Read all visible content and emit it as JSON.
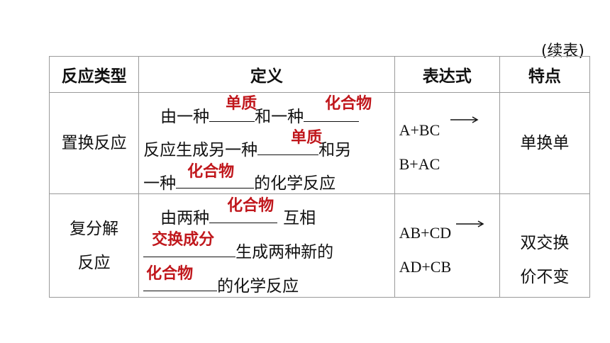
{
  "note": "(续表)",
  "headers": [
    "反应类型",
    "定义",
    "表达式",
    "特点"
  ],
  "rows": [
    {
      "type_lines": [
        "置换反应"
      ],
      "def_lines": [
        "由一种",
        "和一种",
        "反应生成另一种",
        "和另",
        "一种",
        "的化学反应"
      ],
      "answers": [
        "单质",
        "化合物",
        "单质",
        "化合物"
      ],
      "expr": [
        "A+BC",
        "B+AC"
      ],
      "feature_lines": [
        "单换单"
      ]
    },
    {
      "type_lines": [
        "复分解",
        "反应"
      ],
      "def_lines": [
        "由两种",
        "互相",
        "生成两种新的",
        "的化学反应"
      ],
      "answers": [
        "化合物",
        "交换成分",
        "化合物"
      ],
      "expr": [
        "AB+CD",
        "AD+CB"
      ],
      "feature_lines": [
        "双交换",
        "价不变"
      ]
    }
  ]
}
